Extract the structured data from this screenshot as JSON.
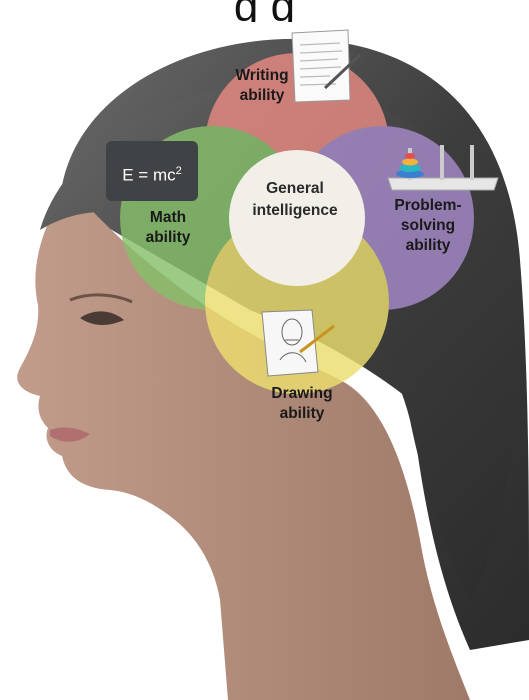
{
  "title_fragment": "g         g",
  "colors": {
    "writing": "#e88a82",
    "math": "#86c06a",
    "problem": "#a68bc9",
    "drawing": "#ecde6f",
    "core": "#f2efe9",
    "hair": "#4a4a4a",
    "skin": "#b08a78"
  },
  "circles": {
    "general": [
      "General",
      "intelligence"
    ],
    "writing": [
      "Writing",
      "ability"
    ],
    "math": [
      "Math",
      "ability"
    ],
    "problem": [
      "Problem-",
      "solving",
      "ability"
    ],
    "drawing": [
      "Drawing",
      "ability"
    ]
  },
  "equation": {
    "text": "E = mc",
    "sup": "2"
  }
}
